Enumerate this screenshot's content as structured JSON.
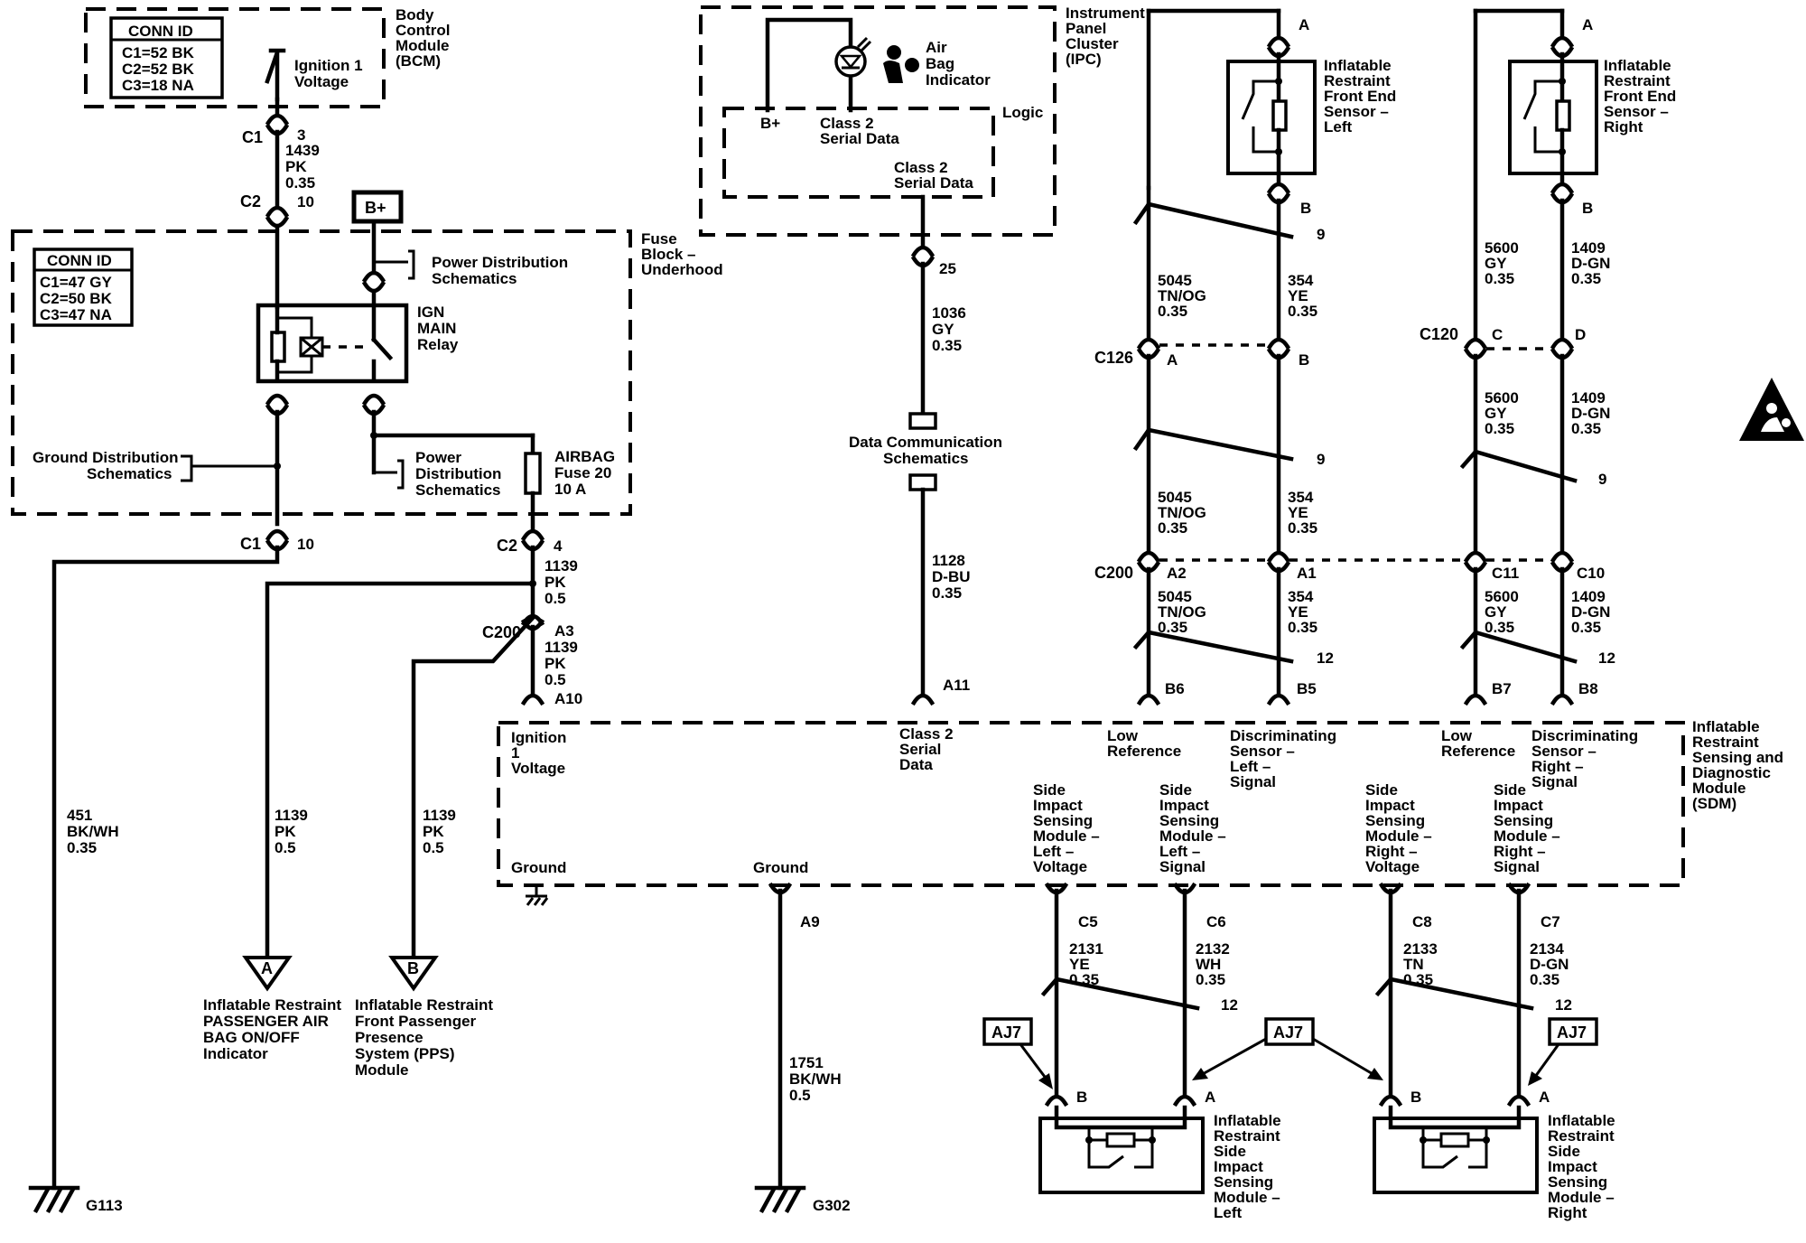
{
  "modules": {
    "bcm": {
      "name": [
        "Body",
        "Control",
        "Module",
        "(BCM)"
      ],
      "conn_title": "CONN ID",
      "conn": [
        "C1=52 BK",
        "C2=52 BK",
        "C3=18 NA"
      ],
      "switch": [
        "Ignition 1",
        "Voltage"
      ]
    },
    "fuse_block": {
      "name": [
        "Fuse",
        "Block –",
        "Underhood"
      ],
      "conn_title": "CONN ID",
      "conn": [
        "C1=47 GY",
        "C2=50 BK",
        "C3=47 NA"
      ],
      "relay": [
        "IGN",
        "MAIN",
        "Relay"
      ],
      "power_dist_top": [
        "Power Distribution",
        "Schematics"
      ],
      "power_dist_mid": [
        "Power",
        "Distribution",
        "Schematics"
      ],
      "ground_dist": [
        "Ground Distribution",
        "Schematics"
      ],
      "fuse": [
        "AIRBAG",
        "Fuse 20",
        "10 A"
      ],
      "bplus": "B+"
    },
    "ipc": {
      "name": [
        "Instrument",
        "Panel",
        "Cluster",
        "(IPC)"
      ],
      "indicator": [
        "Air",
        "Bag",
        "Indicator"
      ],
      "logic": "Logic",
      "bplus": "B+",
      "data1": [
        "Class 2",
        "Serial Data"
      ],
      "data2": [
        "Class 2",
        "Serial Data"
      ]
    },
    "front_left": {
      "name": [
        "Inflatable",
        "Restraint",
        "Front End",
        "Sensor –",
        "Left"
      ],
      "pin_a": "A",
      "pin_b": "B"
    },
    "front_right": {
      "name": [
        "Inflatable",
        "Restraint",
        "Front End",
        "Sensor –",
        "Right"
      ],
      "pin_a": "A",
      "pin_b": "B"
    },
    "sdm": {
      "name": [
        "Inflatable",
        "Restraint",
        "Sensing and",
        "Diagnostic",
        "Module",
        "(SDM)"
      ],
      "pins_top": [
        [
          "Ignition",
          "1",
          "Voltage"
        ],
        [
          "Class 2",
          "Serial",
          "Data"
        ],
        [
          "Low",
          "Reference"
        ],
        [
          "Discriminating",
          "Sensor –",
          "Left –",
          "Signal"
        ],
        [
          "Low",
          "Reference"
        ],
        [
          "Discriminating",
          "Sensor –",
          "Right –",
          "Signal"
        ]
      ],
      "pins_bottom": [
        [
          "Side",
          "Impact",
          "Sensing",
          "Module –",
          "Left –",
          "Voltage"
        ],
        [
          "Side",
          "Impact",
          "Sensing",
          "Module –",
          "Left –",
          "Signal"
        ],
        [
          "Side",
          "Impact",
          "Sensing",
          "Module –",
          "Right –",
          "Voltage"
        ],
        [
          "Side",
          "Impact",
          "Sensing",
          "Module –",
          "Right –",
          "Signal"
        ]
      ],
      "ground1": "Ground",
      "ground2": "Ground"
    },
    "side_left": {
      "name": [
        "Inflatable",
        "Restraint",
        "Side",
        "Impact",
        "Sensing",
        "Module –",
        "Left"
      ],
      "pin_b": "B",
      "pin_a": "A"
    },
    "side_right": {
      "name": [
        "Inflatable",
        "Restraint",
        "Side",
        "Impact",
        "Sensing",
        "Module –",
        "Right"
      ],
      "pin_b": "B",
      "pin_a": "A"
    }
  },
  "references": {
    "data_comm": [
      "Data Communication",
      "Schematics"
    ],
    "ref_a": {
      "letter": "A",
      "text": [
        "Inflatable Restraint",
        "PASSENGER AIR",
        "BAG ON/OFF",
        "Indicator"
      ]
    },
    "ref_b": {
      "letter": "B",
      "text": [
        "Inflatable Restraint",
        "Front Passenger",
        "Presence",
        "System (PPS)",
        "Module"
      ]
    },
    "aj7": "AJ7"
  },
  "grounds": {
    "g113": "G113",
    "g302": "G302"
  },
  "connectors": {
    "bcm_c1": {
      "name": "C1",
      "pin": "3"
    },
    "fb_c2": {
      "name": "C2",
      "pin": "10"
    },
    "fb_c1": {
      "name": "C1",
      "pin": "10"
    },
    "fb_c2b": {
      "name": "C2",
      "pin": "4"
    },
    "c200_a3": {
      "name": "C200",
      "pin": "A3"
    },
    "sdm_a10": "A10",
    "ipc_25": "25",
    "sdm_a11": "A11",
    "fl_a": "A",
    "fl_b": "B",
    "fr_a": "A",
    "fr_b": "B",
    "c126": {
      "name": "C126",
      "pin1": "A",
      "pin2": "B"
    },
    "c120": {
      "name": "C120",
      "pin1": "C",
      "pin2": "D"
    },
    "c200": {
      "name": "C200",
      "pins": [
        "A2",
        "A1",
        "C11",
        "C10"
      ]
    },
    "sdm_top_pins": [
      "B6",
      "B5",
      "B7",
      "B8"
    ],
    "sdm_a9": "A9",
    "sdm_bottom_pins": [
      "C5",
      "C6",
      "C8",
      "C7"
    ],
    "twist_labels": [
      "9",
      "9",
      "9",
      "12",
      "12",
      "12",
      "12"
    ]
  },
  "wires": {
    "w1439": [
      "1439",
      "PK",
      "0.35"
    ],
    "w1036": [
      "1036",
      "GY",
      "0.35"
    ],
    "w1128": [
      "1128",
      "D-BU",
      "0.35"
    ],
    "w1139a": [
      "1139",
      "PK",
      "0.5"
    ],
    "w1139b": [
      "1139",
      "PK",
      "0.5"
    ],
    "w1139c": [
      "1139",
      "PK",
      "0.5"
    ],
    "w1139d": [
      "1139",
      "PK",
      "0.5"
    ],
    "w451": [
      "451",
      "BK/WH",
      "0.35"
    ],
    "w1751": [
      "1751",
      "BK/WH",
      "0.5"
    ],
    "w5045": [
      "5045",
      "TN/OG",
      "0.35"
    ],
    "w354": [
      "354",
      "YE",
      "0.35"
    ],
    "w5600": [
      "5600",
      "GY",
      "0.35"
    ],
    "w1409": [
      "1409",
      "D-GN",
      "0.35"
    ],
    "w2131": [
      "2131",
      "YE",
      "0.35"
    ],
    "w2132": [
      "2132",
      "WH",
      "0.35"
    ],
    "w2133": [
      "2133",
      "TN",
      "0.35"
    ],
    "w2134": [
      "2134",
      "D-GN",
      "0.35"
    ]
  },
  "icon": "airbag-warning-icon"
}
